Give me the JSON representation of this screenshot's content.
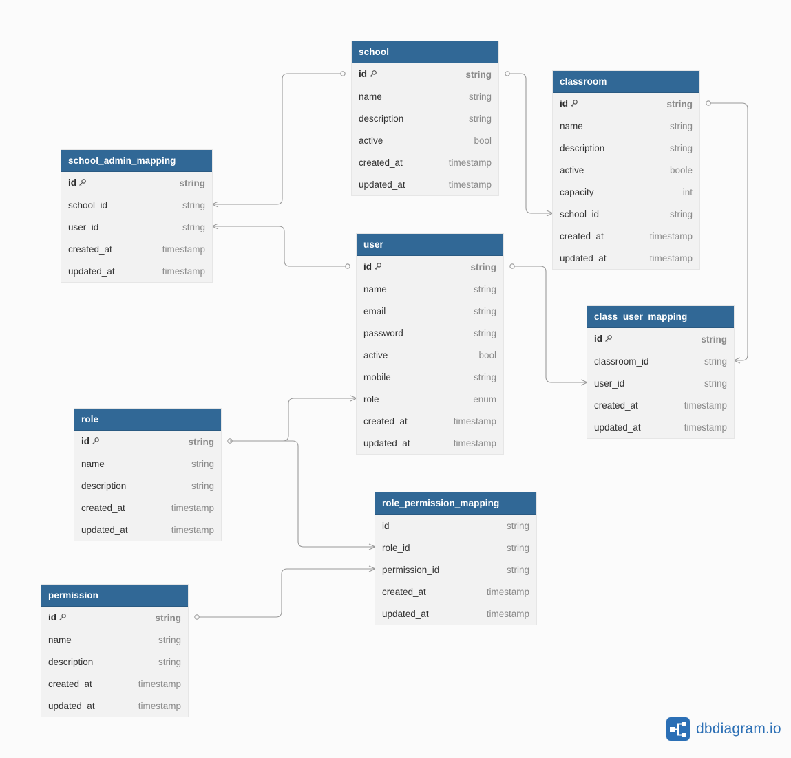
{
  "tables": {
    "school": {
      "name": "school",
      "fields": [
        {
          "name": "id",
          "type": "string",
          "pk": true
        },
        {
          "name": "name",
          "type": "string"
        },
        {
          "name": "description",
          "type": "string"
        },
        {
          "name": "active",
          "type": "bool"
        },
        {
          "name": "created_at",
          "type": "timestamp"
        },
        {
          "name": "updated_at",
          "type": "timestamp"
        }
      ]
    },
    "classroom": {
      "name": "classroom",
      "fields": [
        {
          "name": "id",
          "type": "string",
          "pk": true
        },
        {
          "name": "name",
          "type": "string"
        },
        {
          "name": "description",
          "type": "string"
        },
        {
          "name": "active",
          "type": "boole"
        },
        {
          "name": "capacity",
          "type": "int"
        },
        {
          "name": "school_id",
          "type": "string"
        },
        {
          "name": "created_at",
          "type": "timestamp"
        },
        {
          "name": "updated_at",
          "type": "timestamp"
        }
      ]
    },
    "school_admin_mapping": {
      "name": "school_admin_mapping",
      "fields": [
        {
          "name": "id",
          "type": "string",
          "pk": true
        },
        {
          "name": "school_id",
          "type": "string"
        },
        {
          "name": "user_id",
          "type": "string"
        },
        {
          "name": "created_at",
          "type": "timestamp"
        },
        {
          "name": "updated_at",
          "type": "timestamp"
        }
      ]
    },
    "user": {
      "name": "user",
      "fields": [
        {
          "name": "id",
          "type": "string",
          "pk": true
        },
        {
          "name": "name",
          "type": "string"
        },
        {
          "name": "email",
          "type": "string"
        },
        {
          "name": "password",
          "type": "string"
        },
        {
          "name": "active",
          "type": "bool"
        },
        {
          "name": "mobile",
          "type": "string"
        },
        {
          "name": "role",
          "type": "enum"
        },
        {
          "name": "created_at",
          "type": "timestamp"
        },
        {
          "name": "updated_at",
          "type": "timestamp"
        }
      ]
    },
    "class_user_mapping": {
      "name": "class_user_mapping",
      "fields": [
        {
          "name": "id",
          "type": "string",
          "pk": true
        },
        {
          "name": "classroom_id",
          "type": "string"
        },
        {
          "name": "user_id",
          "type": "string"
        },
        {
          "name": "created_at",
          "type": "timestamp"
        },
        {
          "name": "updated_at",
          "type": "timestamp"
        }
      ]
    },
    "role": {
      "name": "role",
      "fields": [
        {
          "name": "id",
          "type": "string",
          "pk": true
        },
        {
          "name": "name",
          "type": "string"
        },
        {
          "name": "description",
          "type": "string"
        },
        {
          "name": "created_at",
          "type": "timestamp"
        },
        {
          "name": "updated_at",
          "type": "timestamp"
        }
      ]
    },
    "role_permission_mapping": {
      "name": "role_permission_mapping",
      "fields": [
        {
          "name": "id",
          "type": "string"
        },
        {
          "name": "role_id",
          "type": "string"
        },
        {
          "name": "permission_id",
          "type": "string"
        },
        {
          "name": "created_at",
          "type": "timestamp"
        },
        {
          "name": "updated_at",
          "type": "timestamp"
        }
      ]
    },
    "permission": {
      "name": "permission",
      "fields": [
        {
          "name": "id",
          "type": "string",
          "pk": true
        },
        {
          "name": "name",
          "type": "string"
        },
        {
          "name": "description",
          "type": "string"
        },
        {
          "name": "created_at",
          "type": "timestamp"
        },
        {
          "name": "updated_at",
          "type": "timestamp"
        }
      ]
    }
  },
  "relationships": [
    {
      "from": "school.id",
      "to": "school_admin_mapping.school_id",
      "cardinality": "one-to-many"
    },
    {
      "from": "school.id",
      "to": "classroom.school_id",
      "cardinality": "one-to-many"
    },
    {
      "from": "user.id",
      "to": "school_admin_mapping.user_id",
      "cardinality": "one-to-many"
    },
    {
      "from": "user.id",
      "to": "class_user_mapping.user_id",
      "cardinality": "one-to-many"
    },
    {
      "from": "classroom.id",
      "to": "class_user_mapping.classroom_id",
      "cardinality": "one-to-many"
    },
    {
      "from": "role.id",
      "to": "user.role",
      "cardinality": "one-to-many"
    },
    {
      "from": "role.id",
      "to": "role_permission_mapping.role_id",
      "cardinality": "one-to-many"
    },
    {
      "from": "permission.id",
      "to": "role_permission_mapping.permission_id",
      "cardinality": "one-to-many"
    }
  ],
  "brand": {
    "text": "dbdiagram.io",
    "icon": "dbdiagram-logo-icon",
    "color": "#2b6fb5"
  },
  "colors": {
    "header": "#316896",
    "body": "#f2f2f2",
    "connector": "#9a9a9a"
  }
}
